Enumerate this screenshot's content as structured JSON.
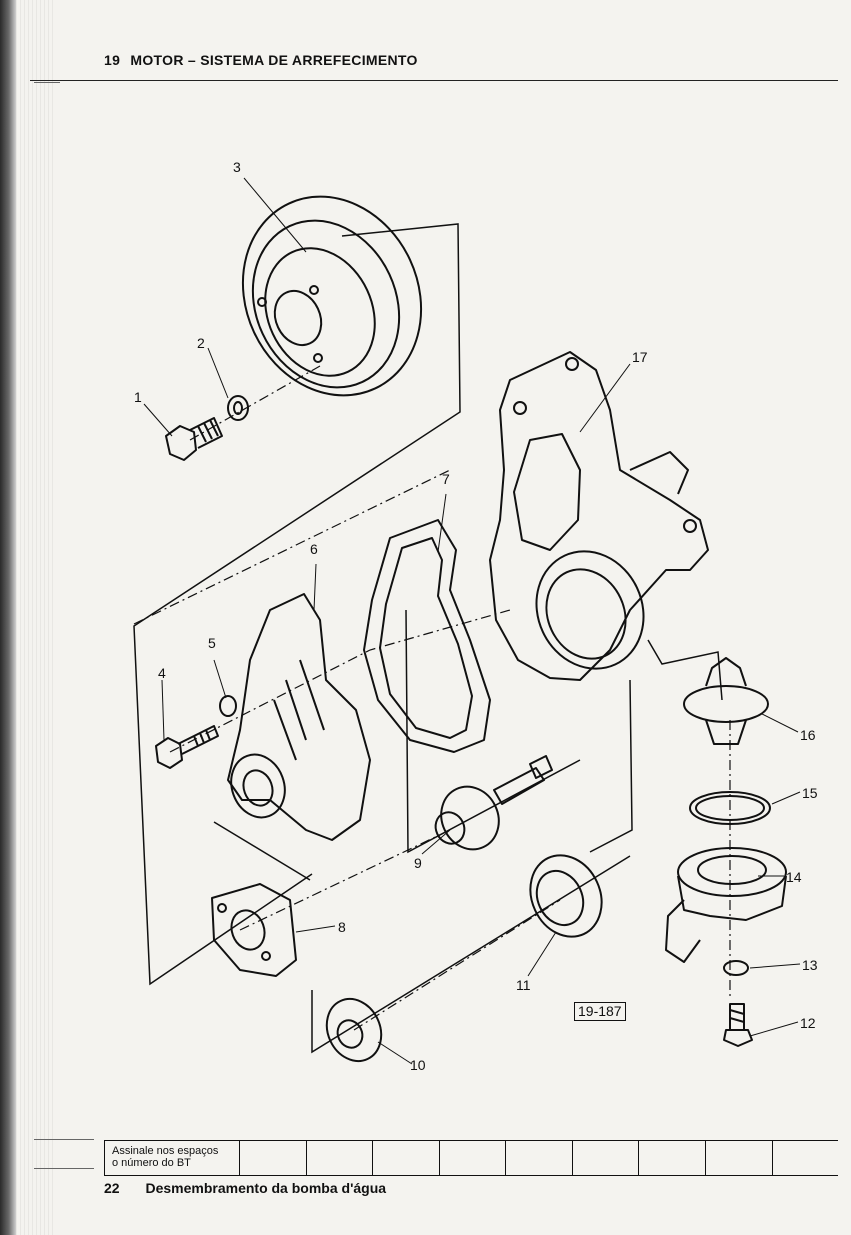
{
  "header": {
    "chapter_number": "19",
    "chapter_title": "MOTOR – SISTEMA DE ARREFECIMENTO"
  },
  "figure": {
    "reference": "19-187",
    "callouts": [
      "1",
      "2",
      "3",
      "4",
      "5",
      "6",
      "7",
      "8",
      "9",
      "10",
      "11",
      "12",
      "13",
      "14",
      "15",
      "16",
      "17"
    ]
  },
  "footer": {
    "box_label_line1": "Assinale nos espaços",
    "box_label_line2": "o número do BT",
    "checkbox_count": 9,
    "page_number": "22",
    "page_title": "Desmembramento da bomba d'água"
  }
}
